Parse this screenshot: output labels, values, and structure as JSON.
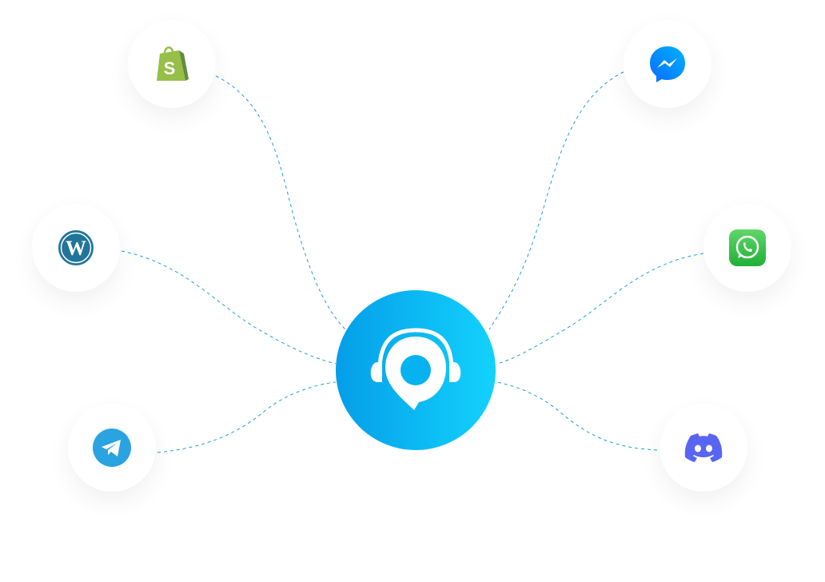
{
  "diagram": {
    "hub": {
      "icon": "support-headset-chat-icon",
      "gradient": [
        "#049ee8",
        "#13d2fd"
      ]
    },
    "connector_color": "#1a9fd9",
    "nodes": [
      {
        "id": "shopify",
        "icon": "shopify-icon",
        "color": "#95bf47"
      },
      {
        "id": "wordpress",
        "icon": "wordpress-icon",
        "color": "#21759b"
      },
      {
        "id": "telegram",
        "icon": "telegram-icon",
        "color": "#2aa3e0"
      },
      {
        "id": "messenger",
        "icon": "messenger-icon",
        "color": "#0a84ff"
      },
      {
        "id": "whatsapp",
        "icon": "whatsapp-icon",
        "color": "#25d366"
      },
      {
        "id": "discord",
        "icon": "discord-icon",
        "color": "#5865f2"
      }
    ]
  }
}
